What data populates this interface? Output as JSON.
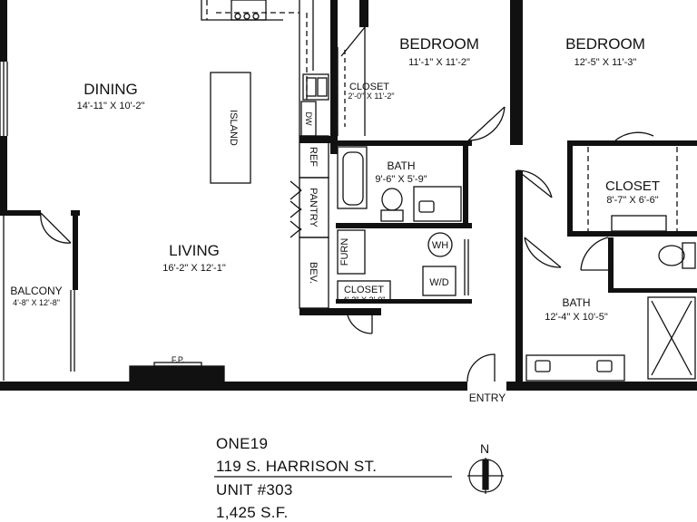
{
  "rooms": {
    "bedroom1": {
      "name": "BEDROOM",
      "dims": "11'-1\" X 11'-2\""
    },
    "bedroom2": {
      "name": "BEDROOM",
      "dims": "12'-5\" X 11'-3\""
    },
    "dining": {
      "name": "DINING",
      "dims": "14'-11\" X 10'-2\""
    },
    "living": {
      "name": "LIVING",
      "dims": "16'-2\" X 12'-1\""
    },
    "balcony": {
      "name": "BALCONY",
      "dims": "4'-8\" X 12'-8\""
    },
    "bath1": {
      "name": "BATH",
      "dims": "9'-6\" X 5'-9\""
    },
    "bath2": {
      "name": "BATH",
      "dims": "12'-4\" X 10'-5\""
    },
    "closet_small": {
      "name": "CLOSET",
      "dims": "2'-0\" X 11'-2\""
    },
    "closet_big": {
      "name": "CLOSET",
      "dims": "8'-7\" X 6'-6\""
    },
    "closet_hall": {
      "name": "CLOSET",
      "dims": "4'-3\" X 2'-0\""
    }
  },
  "fixtures": {
    "island": "ISLAND",
    "dw": "DW",
    "ref": "REF",
    "pantry": "PANTRY",
    "bev": "BEV.",
    "furn": "FURN",
    "wh": "WH",
    "wd": "W/D",
    "fp": "F.P.",
    "entry": "ENTRY"
  },
  "info": {
    "name": "ONE19",
    "address": "119 S. HARRISON ST.",
    "unit": "UNIT #303",
    "area": "1,425 S.F."
  },
  "compass": {
    "label": "N"
  }
}
